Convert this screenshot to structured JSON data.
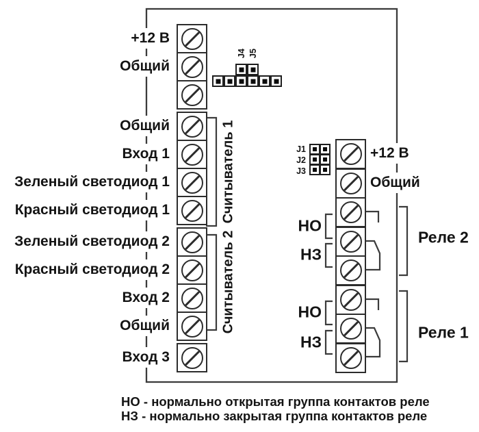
{
  "board": {
    "left_terminals": [
      "+12 В",
      "Общий",
      "",
      "Общий",
      "Вход 1",
      "Зеленый светодиод 1",
      "Красный светодиод 1",
      "Зеленый светодиод 2",
      "Красный светодиод 2",
      "Вход 2",
      "Общий",
      "Вход 3"
    ],
    "readers": [
      "Считыватель 1",
      "Считыватель 2"
    ],
    "top_jumpers": [
      "J4",
      "J5"
    ],
    "side_jumpers": [
      "J1",
      "J2",
      "J3"
    ],
    "right_terminals": [
      "+12 В",
      "Общий"
    ],
    "relays": [
      {
        "name": "Реле 2",
        "no_label": "НО",
        "nc_label": "НЗ"
      },
      {
        "name": "Реле 1",
        "no_label": "НО",
        "nc_label": "НЗ"
      }
    ],
    "legend": [
      "НО - нормально открытая группа контактов реле",
      "НЗ - нормально закрытая группа контактов реле"
    ]
  },
  "colors": {
    "line": "#3b3b3b",
    "text": "#141414",
    "background": "#ffffff"
  }
}
